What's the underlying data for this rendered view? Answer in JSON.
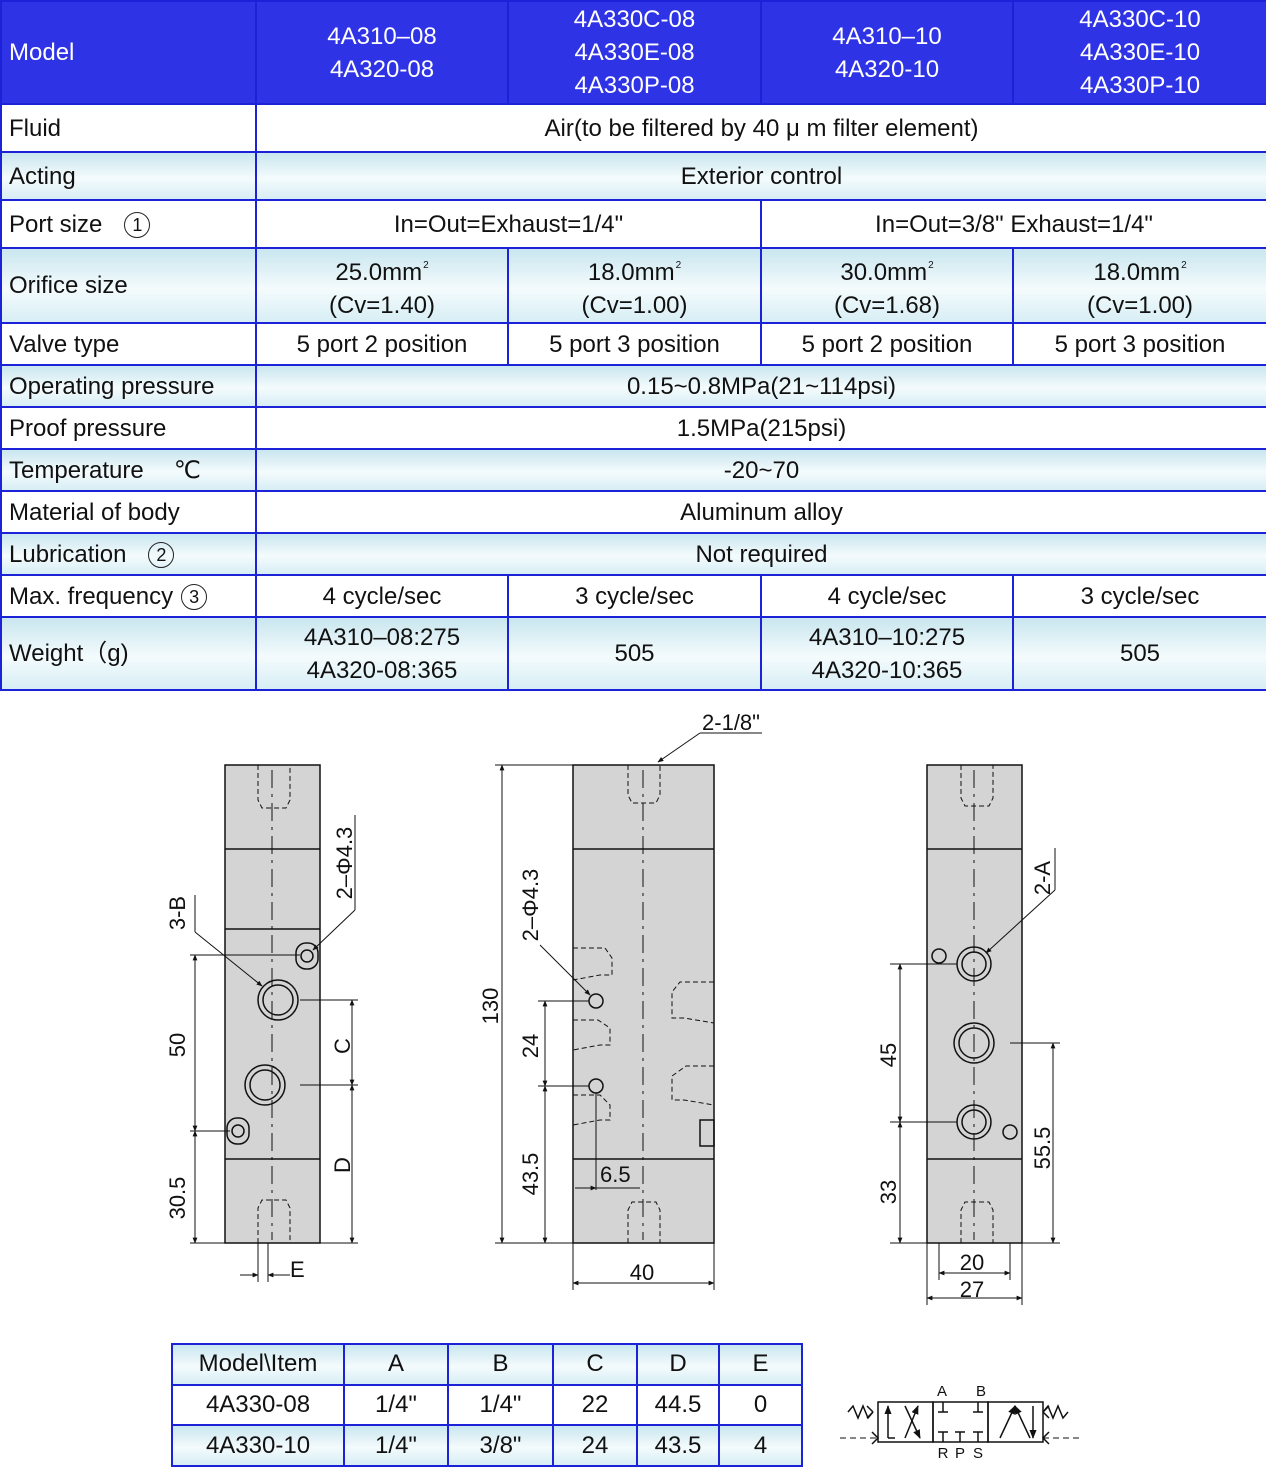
{
  "spec_table": {
    "header": {
      "label": "Model",
      "c1": [
        "4A310–08",
        "4A320-08"
      ],
      "c2": [
        "4A330C-08",
        "4A330E-08",
        "4A330P-08"
      ],
      "c3": [
        "4A310–10",
        "4A320-10"
      ],
      "c4": [
        "4A330C-10",
        "4A330E-10",
        "4A330P-10"
      ]
    },
    "fluid": {
      "label": "Fluid",
      "value": "Air(to be filtered by 40 μ m filter element)"
    },
    "acting": {
      "label": "Acting",
      "value": "Exterior control"
    },
    "port_size": {
      "label": "Port size",
      "note": "1",
      "left": "In=Out=Exhaust=1/4\"",
      "right": "In=Out=3/8\"  Exhaust=1/4\""
    },
    "orifice": {
      "label": "Orifice size",
      "unit": "mm",
      "sup": "2",
      "cells": [
        {
          "area": "25.0",
          "cv": "(Cv=1.40)"
        },
        {
          "area": "18.0",
          "cv": "(Cv=1.00)"
        },
        {
          "area": "30.0",
          "cv": "(Cv=1.68)"
        },
        {
          "area": "18.0",
          "cv": "(Cv=1.00)"
        }
      ]
    },
    "valve_type": {
      "label": "Valve type",
      "cells": [
        "5 port 2 position",
        "5 port 3 position",
        "5 port 2 position",
        "5 port 3 position"
      ]
    },
    "operating_pressure": {
      "label": "Operating pressure",
      "value": "0.15~0.8MPa(21~114psi)"
    },
    "proof_pressure": {
      "label": "Proof pressure",
      "value": "1.5MPa(215psi)"
    },
    "temperature": {
      "label": "Temperature",
      "unit": "℃",
      "value": "-20~70"
    },
    "material": {
      "label": "Material of body",
      "value": "Aluminum alloy"
    },
    "lubrication": {
      "label": "Lubrication",
      "note": "2",
      "value": "Not required"
    },
    "max_frequency": {
      "label": "Max. frequency",
      "note": "3",
      "cells": [
        "4 cycle/sec",
        "3 cycle/sec",
        "4 cycle/sec",
        "3 cycle/sec"
      ]
    },
    "weight": {
      "label": "Weight（g)",
      "c1": [
        "4A310–08:275",
        "4A320-08:365"
      ],
      "c2": "505",
      "c3": [
        "4A310–10:275",
        "4A320-10:365"
      ],
      "c4": "505"
    }
  },
  "drawing_labels": {
    "hole_top": "2-1/8\"",
    "hole_43_left": "2–Φ4.3",
    "hole_43_mid": "2–Φ4.3",
    "port_b": "3-B",
    "port_a": "2-A",
    "dim_50": "50",
    "dim_30_5": "30.5",
    "dim_c": "C",
    "dim_d": "D",
    "dim_e": "E",
    "dim_130": "130",
    "dim_24": "24",
    "dim_43_5": "43.5",
    "dim_6_5": "6.5",
    "dim_40": "40",
    "dim_45": "45",
    "dim_33": "33",
    "dim_55_5": "55.5",
    "dim_20": "20",
    "dim_27": "27"
  },
  "dims_table": {
    "header": [
      "Model\\Item",
      "A",
      "B",
      "C",
      "D",
      "E"
    ],
    "rows": [
      [
        "4A330-08",
        "1/4\"",
        "1/4\"",
        "22",
        "44.5",
        "0"
      ],
      [
        "4A330-10",
        "1/4\"",
        "3/8\"",
        "24",
        "43.5",
        "4"
      ]
    ]
  },
  "symbol_labels": {
    "a": "A",
    "b": "B",
    "r": "R",
    "p": "P",
    "s": "S"
  }
}
